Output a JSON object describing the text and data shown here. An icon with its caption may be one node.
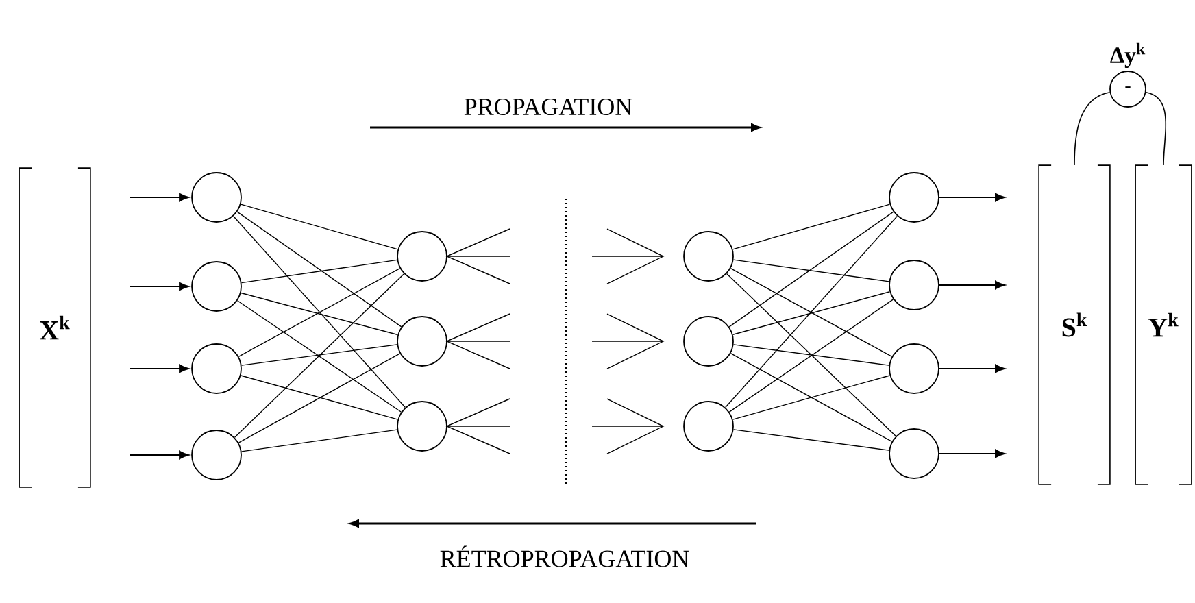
{
  "diagram": {
    "nodes": [
      {
        "text": [
          "X$^{k}$"
        ]
      },
      {
        "text": [],
        "shape": "circle"
      },
      {
        "text": [],
        "shape": "circle"
      },
      {
        "text": [],
        "shape": "circle"
      },
      {
        "text": [],
        "shape": "circle"
      },
      {
        "text": [],
        "shape": "circle"
      },
      {
        "text": [],
        "shape": "circle"
      },
      {
        "text": [],
        "shape": "circle"
      },
      {
        "text": [],
        "shape": "circle"
      },
      {
        "text": [],
        "shape": "circle"
      },
      {
        "text": [],
        "shape": "circle"
      },
      {
        "text": [],
        "shape": "circle"
      },
      {
        "text": [],
        "shape": "circle"
      },
      {
        "text": [],
        "shape": "circle"
      },
      {
        "text": [],
        "shape": "circle"
      },
      {
        "text": [
          "S$^{k}$"
        ]
      },
      {
        "text": [
          "Y$^{k}$"
        ]
      },
      {
        "text": [
          "-"
        ],
        "beside": [
          "Δy$^{k}$"
        ]
      }
    ],
    "edges": [
      {
        "from": null,
        "to": 1,
        "arrow": "to"
      },
      {
        "from": null,
        "to": 2,
        "arrow": "to"
      },
      {
        "from": null,
        "to": 3,
        "arrow": "to"
      },
      {
        "from": null,
        "to": 4,
        "arrow": "to"
      },
      {
        "from": 1,
        "to": 5,
        "arrow": "none"
      },
      {
        "from": 1,
        "to": 6,
        "arrow": "none"
      },
      {
        "from": 1,
        "to": 7,
        "arrow": "none"
      },
      {
        "from": 2,
        "to": 5,
        "arrow": "none"
      },
      {
        "from": 2,
        "to": 6,
        "arrow": "none"
      },
      {
        "from": 2,
        "to": 7,
        "arrow": "none"
      },
      {
        "from": 3,
        "to": 5,
        "arrow": "none"
      },
      {
        "from": 3,
        "to": 6,
        "arrow": "none"
      },
      {
        "from": 3,
        "to": 7,
        "arrow": "none"
      },
      {
        "from": 4,
        "to": 5,
        "arrow": "none"
      },
      {
        "from": 4,
        "to": 6,
        "arrow": "none"
      },
      {
        "from": 4,
        "to": 7,
        "arrow": "none"
      },
      {
        "from": 8,
        "to": 11,
        "arrow": "none"
      },
      {
        "from": 8,
        "to": 12,
        "arrow": "none"
      },
      {
        "from": 8,
        "to": 13,
        "arrow": "none"
      },
      {
        "from": 8,
        "to": 14,
        "arrow": "none"
      },
      {
        "from": 9,
        "to": 11,
        "arrow": "none"
      },
      {
        "from": 9,
        "to": 12,
        "arrow": "none"
      },
      {
        "from": 9,
        "to": 13,
        "arrow": "none"
      },
      {
        "from": 9,
        "to": 14,
        "arrow": "none"
      },
      {
        "from": 10,
        "to": 11,
        "arrow": "none"
      },
      {
        "from": 10,
        "to": 12,
        "arrow": "none"
      },
      {
        "from": 10,
        "to": 13,
        "arrow": "none"
      },
      {
        "from": 10,
        "to": 14,
        "arrow": "none"
      },
      {
        "from": 11,
        "to": null,
        "arrow": "to"
      },
      {
        "from": 12,
        "to": null,
        "arrow": "to"
      },
      {
        "from": 13,
        "to": null,
        "arrow": "to"
      },
      {
        "from": 14,
        "to": null,
        "arrow": "to"
      },
      {
        "from": 15,
        "to": 17,
        "arrow": "none"
      },
      {
        "from": 16,
        "to": 17,
        "arrow": "none"
      }
    ],
    "labels": [
      "PROPAGATION",
      "RÉTROPROPAGATION"
    ]
  }
}
